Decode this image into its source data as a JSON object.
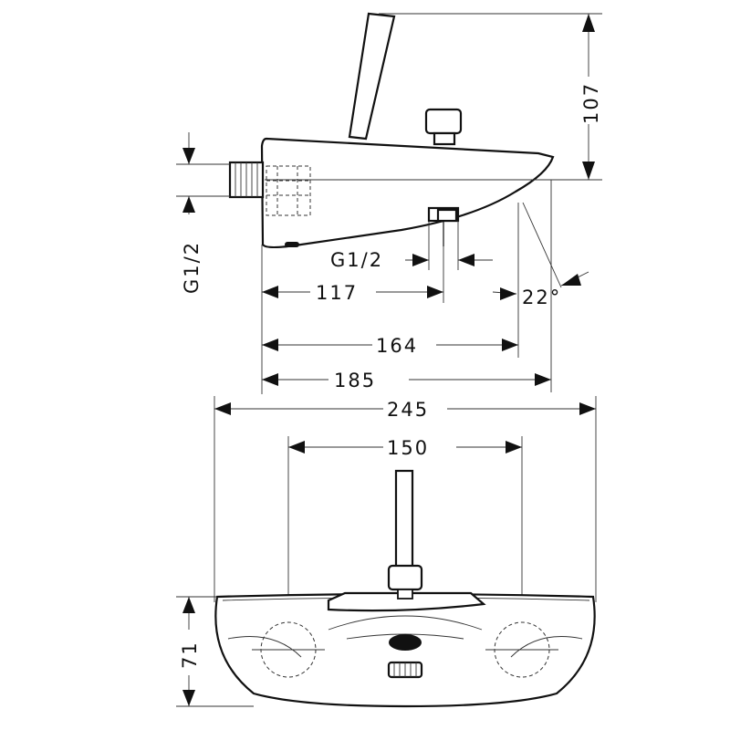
{
  "dimensions": {
    "height_top": "107",
    "inlet_thread": "G1/2",
    "outlet_thread": "G1/2",
    "spout_angle": "22°",
    "width_117": "117",
    "width_164": "164",
    "width_185": "185",
    "overall_width": "245",
    "inlet_spacing": "150",
    "body_depth": "71"
  },
  "colors": {
    "line": "#111111",
    "background": "#ffffff"
  }
}
